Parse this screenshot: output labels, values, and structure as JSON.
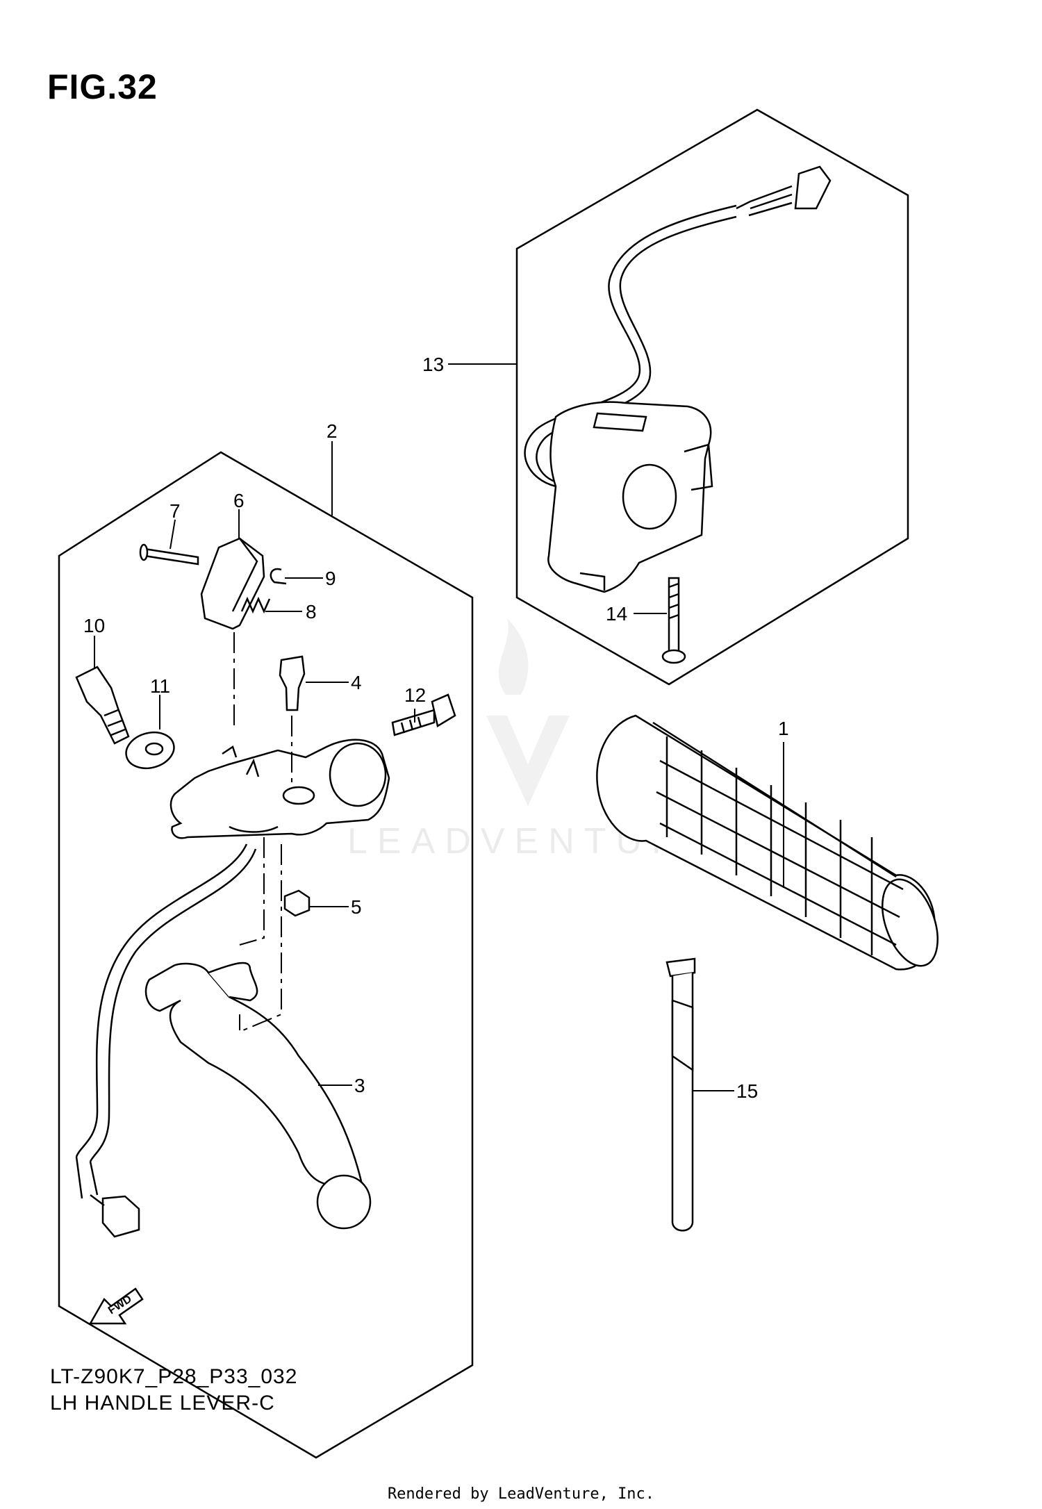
{
  "figure": {
    "title": "FIG.32",
    "model_code": "LT-Z90K7_P28_P33_032",
    "part_name": "LH HANDLE LEVER-C",
    "footer": "Rendered by LeadVenture, Inc.",
    "watermark": "LEADVENTURE",
    "fwd_label": "FWD"
  },
  "callouts": [
    {
      "id": "callout-1",
      "label": "1"
    },
    {
      "id": "callout-2",
      "label": "2"
    },
    {
      "id": "callout-3",
      "label": "3"
    },
    {
      "id": "callout-4",
      "label": "4"
    },
    {
      "id": "callout-5",
      "label": "5"
    },
    {
      "id": "callout-6",
      "label": "6"
    },
    {
      "id": "callout-7",
      "label": "7"
    },
    {
      "id": "callout-8",
      "label": "8"
    },
    {
      "id": "callout-9",
      "label": "9"
    },
    {
      "id": "callout-10",
      "label": "10"
    },
    {
      "id": "callout-11",
      "label": "11"
    },
    {
      "id": "callout-12",
      "label": "12"
    },
    {
      "id": "callout-13",
      "label": "13"
    },
    {
      "id": "callout-14",
      "label": "14"
    },
    {
      "id": "callout-15",
      "label": "15"
    }
  ]
}
